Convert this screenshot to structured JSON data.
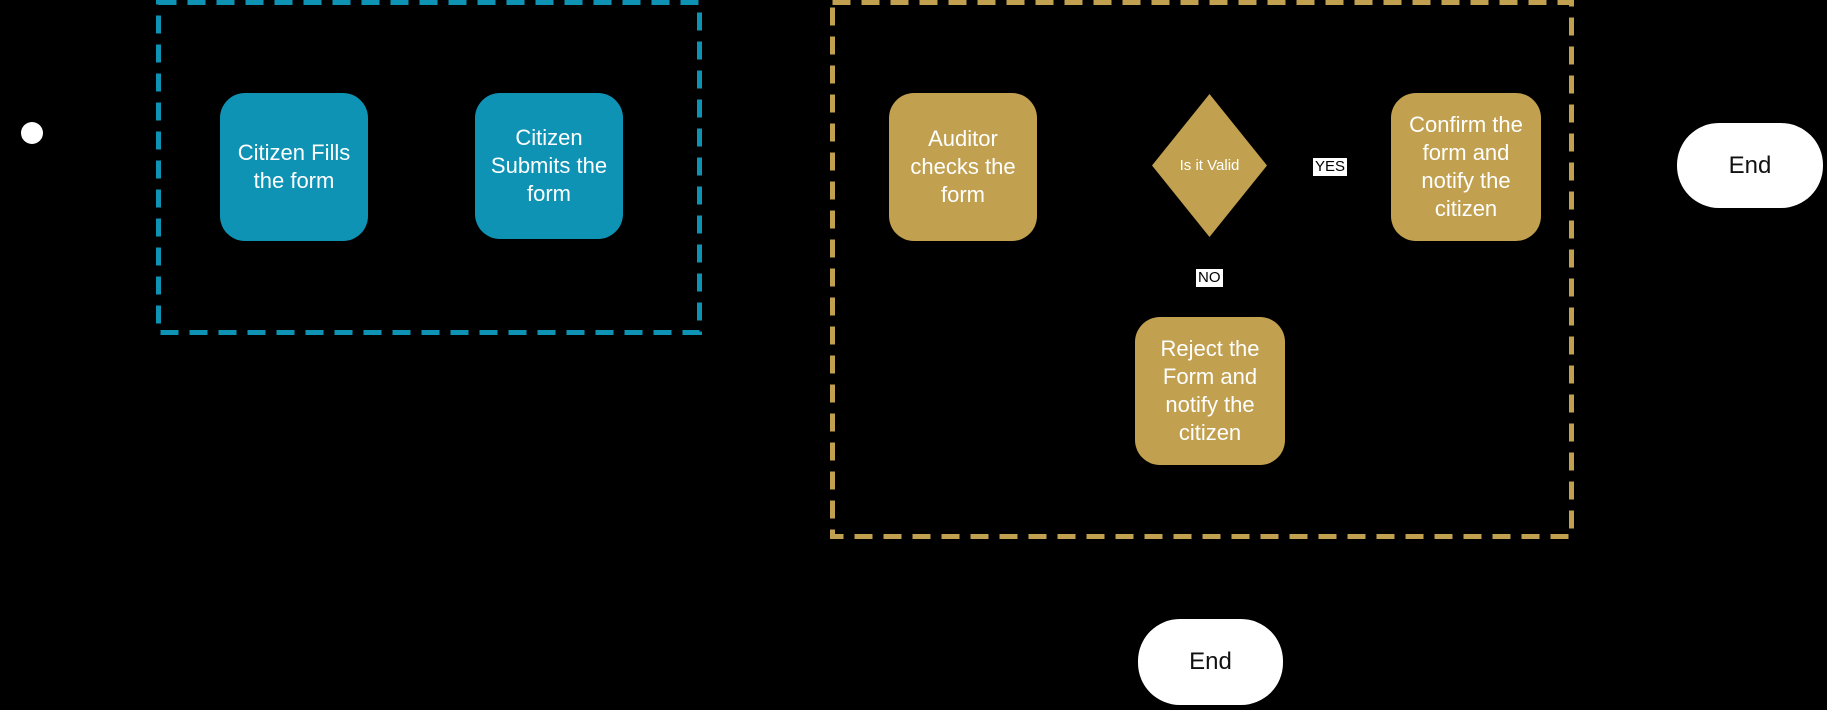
{
  "colors": {
    "bg": "#000000",
    "teal": "#0F93B5",
    "gold": "#C1A04F",
    "node-text": "#FFFFFF",
    "terminal-bg": "#FFFFFF",
    "terminal-text": "#111111",
    "edge-label-bg": "#FFFFFF",
    "edge-label-text": "#000000"
  },
  "diagram": {
    "type": "flowchart",
    "lanes": {
      "citizen": {
        "border_color": "#0F93B5",
        "style": "dashed"
      },
      "auditor": {
        "border_color": "#C1A04F",
        "style": "dashed"
      }
    },
    "nodes": {
      "start": {
        "type": "start-circle"
      },
      "fill_form": {
        "label": "Citizen Fills\nthe form",
        "lane": "citizen",
        "shape": "rounded-box"
      },
      "submit_form": {
        "label": "Citizen\nSubmits the\nform",
        "lane": "citizen",
        "shape": "rounded-box"
      },
      "auditor_checks": {
        "label": "Auditor\nchecks the\nform",
        "lane": "auditor",
        "shape": "rounded-box"
      },
      "is_valid": {
        "label": "Is it Valid",
        "lane": "auditor",
        "shape": "diamond"
      },
      "confirm": {
        "label": "Confirm the\nform and\nnotify the\ncitizen",
        "lane": "auditor",
        "shape": "rounded-box"
      },
      "reject": {
        "label": "Reject the\nForm and\nnotify the\ncitizen",
        "lane": "auditor",
        "shape": "rounded-box"
      },
      "end_right": {
        "label": "End",
        "shape": "stadium"
      },
      "end_bottom": {
        "label": "End",
        "shape": "stadium"
      }
    },
    "edge_labels": {
      "yes": "YES",
      "no": "NO"
    }
  }
}
